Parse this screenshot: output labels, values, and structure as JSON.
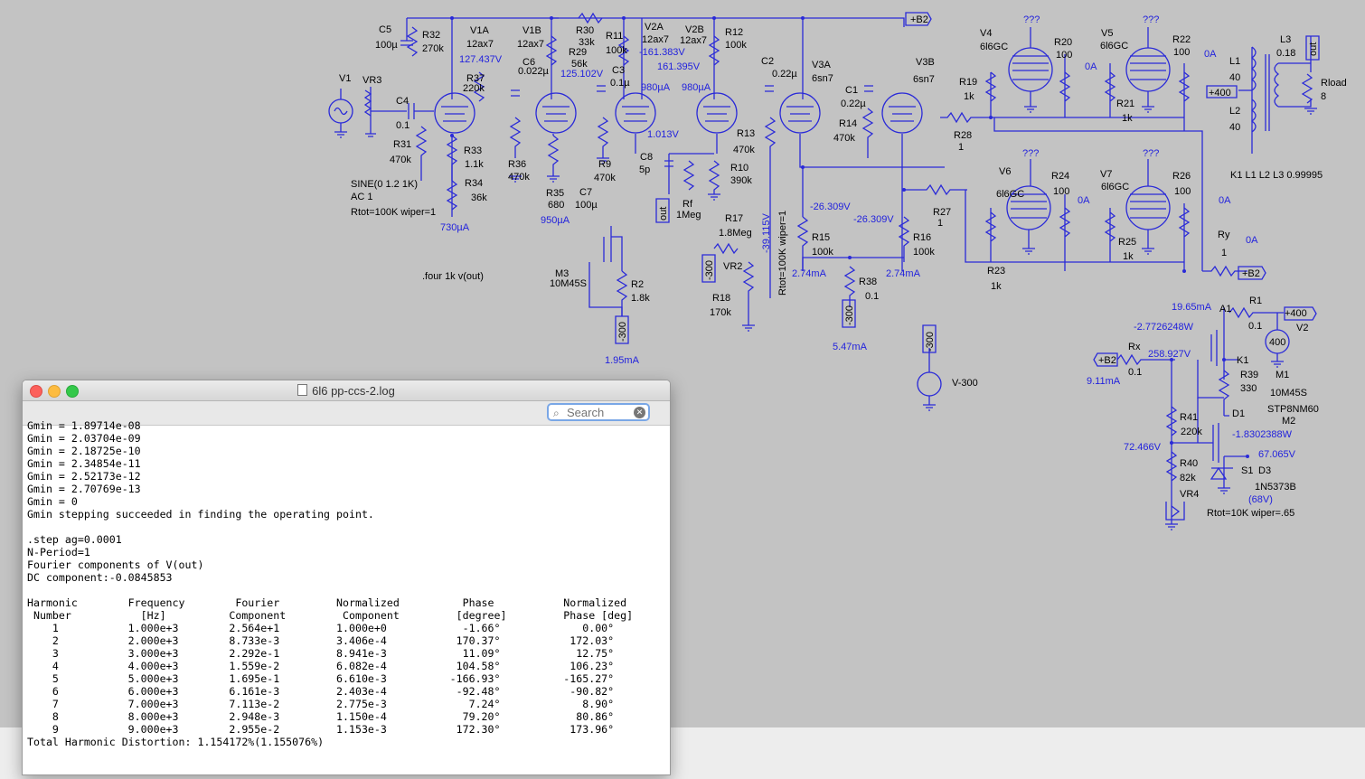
{
  "schematic": {
    "labels": [
      [
        "C5",
        419,
        27
      ],
      [
        "100µ",
        415,
        44
      ],
      [
        "R32",
        467,
        33
      ],
      [
        "270k",
        467,
        48
      ],
      [
        "V1A",
        520,
        28
      ],
      [
        "12ax7",
        516,
        43
      ],
      [
        "127.437V",
        508,
        60,
        1
      ],
      [
        "V1B",
        578,
        28
      ],
      [
        "12ax7",
        572,
        43
      ],
      [
        "R30",
        637,
        28
      ],
      [
        "33k",
        640,
        41
      ],
      [
        "R29",
        629,
        52
      ],
      [
        "56k",
        632,
        65
      ],
      [
        "125.102V",
        620,
        76,
        1
      ],
      [
        "R11",
        670,
        34
      ],
      [
        "100k",
        670,
        50
      ],
      [
        "V2A",
        713,
        24
      ],
      [
        "12ax7",
        710,
        38
      ],
      [
        "V2B",
        758,
        27
      ],
      [
        "12ax7",
        752,
        39
      ],
      [
        "R12",
        802,
        30
      ],
      [
        "100k",
        802,
        44
      ],
      [
        "-161.383V",
        707,
        52,
        1
      ],
      [
        "161.395V",
        727,
        68,
        1
      ],
      [
        "C3",
        677,
        72
      ],
      [
        "0.1µ",
        675,
        86
      ],
      [
        "980µA",
        709,
        91,
        1
      ],
      [
        "980µA",
        754,
        91,
        1
      ],
      [
        "C2",
        842,
        62
      ],
      [
        "0.22µ",
        854,
        76
      ],
      [
        "V3A",
        898,
        66
      ],
      [
        "6sn7",
        898,
        81
      ],
      [
        "C1",
        935,
        94
      ],
      [
        "0.22µ",
        930,
        109
      ],
      [
        "R14",
        928,
        131
      ],
      [
        "470k",
        922,
        147
      ],
      [
        "V3B",
        1013,
        63
      ],
      [
        "6sn7",
        1010,
        82
      ],
      [
        "+B2",
        1007,
        16
      ],
      [
        "V1",
        375,
        81
      ],
      [
        "VR3",
        401,
        83
      ],
      [
        "C4",
        438,
        106
      ],
      [
        "0.1",
        438,
        133
      ],
      [
        "R37",
        516,
        81
      ],
      [
        "220k",
        512,
        92
      ],
      [
        "C6",
        578,
        63
      ],
      [
        "0.022µ",
        573,
        73
      ],
      [
        "R31",
        435,
        154
      ],
      [
        "470k",
        431,
        171
      ],
      [
        "R33",
        513,
        161
      ],
      [
        "1.1k",
        514,
        176
      ],
      [
        "R36",
        562,
        176
      ],
      [
        "470k",
        562,
        190
      ],
      [
        "R9",
        662,
        176
      ],
      [
        "470k",
        657,
        191
      ],
      [
        "R34",
        514,
        197
      ],
      [
        "36k",
        521,
        213
      ],
      [
        "R35",
        604,
        208
      ],
      [
        "680",
        606,
        221
      ],
      [
        "C7",
        641,
        207
      ],
      [
        "100µ",
        636,
        221
      ],
      [
        "950µA",
        598,
        238,
        1
      ],
      [
        "SINE(0 1.2 1K)",
        388,
        198
      ],
      [
        "AC 1",
        388,
        212
      ],
      [
        "Rtot=100K wiper=1",
        388,
        229
      ],
      [
        "730µA",
        487,
        246,
        1
      ],
      [
        "1.013V",
        716,
        143,
        1
      ],
      [
        "C8",
        708,
        168
      ],
      [
        "5p",
        707,
        182
      ],
      [
        "R10",
        808,
        180
      ],
      [
        "390k",
        808,
        194
      ],
      [
        "Rf",
        755,
        220
      ],
      [
        "1Meg",
        748,
        232
      ],
      [
        "R13",
        815,
        142
      ],
      [
        "470k",
        811,
        160
      ],
      [
        "R17",
        802,
        236
      ],
      [
        "1.8Meg",
        795,
        252
      ],
      [
        "VR2",
        800,
        289
      ],
      [
        "R18",
        788,
        324
      ],
      [
        "170k",
        785,
        340
      ],
      [
        ".four 1k v(out)",
        467,
        300
      ],
      [
        "M3",
        614,
        297
      ],
      [
        "10M45S",
        608,
        308
      ],
      [
        "R2",
        698,
        309
      ],
      [
        "1.8k",
        698,
        324
      ],
      [
        "1.95mA",
        669,
        393,
        1
      ],
      [
        "-26.309V",
        896,
        223,
        1
      ],
      [
        "-26.309V",
        944,
        237,
        1
      ],
      [
        "R15",
        898,
        257
      ],
      [
        "100k",
        898,
        273
      ],
      [
        "R16",
        1010,
        257
      ],
      [
        "100k",
        1010,
        273
      ],
      [
        "R27",
        1032,
        229
      ],
      [
        "1",
        1037,
        241
      ],
      [
        "2.74mA",
        876,
        297,
        1
      ],
      [
        "2.74mA",
        980,
        297,
        1
      ],
      [
        "R38",
        950,
        306
      ],
      [
        "0.1",
        957,
        322
      ],
      [
        "5.47mA",
        921,
        378,
        1
      ],
      [
        "V-300",
        1053,
        418
      ],
      [
        "V4",
        1084,
        31
      ],
      [
        "6l6GC",
        1084,
        46
      ],
      [
        "???",
        1132,
        16,
        1
      ],
      [
        "R20",
        1166,
        41
      ],
      [
        "100",
        1168,
        55
      ],
      [
        "0A",
        1200,
        68,
        1
      ],
      [
        "V5",
        1218,
        31
      ],
      [
        "6l6GC",
        1217,
        45
      ],
      [
        "???",
        1264,
        16,
        1
      ],
      [
        "R22",
        1297,
        38
      ],
      [
        "100",
        1298,
        52
      ],
      [
        "0A",
        1332,
        54,
        1
      ],
      [
        "L3",
        1416,
        38
      ],
      [
        "0.18",
        1412,
        53
      ],
      [
        "L1",
        1360,
        62
      ],
      [
        "40",
        1360,
        80
      ],
      [
        "+400",
        1337,
        97
      ],
      [
        "Rload",
        1461,
        86
      ],
      [
        "8",
        1461,
        101
      ],
      [
        "L2",
        1360,
        117
      ],
      [
        "40",
        1360,
        135
      ],
      [
        "R19",
        1061,
        85
      ],
      [
        "1k",
        1066,
        101
      ],
      [
        "R21",
        1235,
        109
      ],
      [
        "1k",
        1241,
        125
      ],
      [
        "R28",
        1055,
        144
      ],
      [
        "1",
        1060,
        157
      ],
      [
        "K1 L1 L2 L3 0.99995",
        1361,
        188
      ],
      [
        "???",
        1131,
        164,
        1
      ],
      [
        "???",
        1264,
        164,
        1
      ],
      [
        "V6",
        1105,
        184
      ],
      [
        "6l6GC",
        1102,
        209
      ],
      [
        "R24",
        1163,
        189
      ],
      [
        "100",
        1165,
        206
      ],
      [
        "0A",
        1192,
        216,
        1
      ],
      [
        "V7",
        1217,
        187
      ],
      [
        "6l6GC",
        1218,
        201
      ],
      [
        "R26",
        1297,
        189
      ],
      [
        "100",
        1299,
        206
      ],
      [
        "0A",
        1348,
        216,
        1
      ],
      [
        "R25",
        1237,
        262
      ],
      [
        "1k",
        1242,
        278
      ],
      [
        "Ry",
        1347,
        254
      ],
      [
        "1",
        1351,
        274
      ],
      [
        "0A",
        1378,
        260,
        1
      ],
      [
        "R23",
        1092,
        294
      ],
      [
        "1k",
        1096,
        311
      ],
      [
        "+B2",
        1374,
        297
      ],
      [
        "19.65mA",
        1296,
        334,
        1
      ],
      [
        "A1",
        1349,
        336
      ],
      [
        "R1",
        1382,
        327
      ],
      [
        "0.1",
        1381,
        355
      ],
      [
        "+400",
        1421,
        341
      ],
      [
        "-2.7726248W",
        1254,
        356,
        1
      ],
      [
        "V2",
        1434,
        357
      ],
      [
        "400",
        1404,
        373
      ],
      [
        "Rx",
        1248,
        378
      ],
      [
        "258.927V",
        1270,
        386,
        1
      ],
      [
        "+B2",
        1215,
        393
      ],
      [
        "K1",
        1368,
        393
      ],
      [
        "0.1",
        1248,
        406
      ],
      [
        "R39",
        1372,
        409
      ],
      [
        "330",
        1372,
        424
      ],
      [
        "M1",
        1411,
        409
      ],
      [
        "9.11mA",
        1202,
        416,
        1
      ],
      [
        "10M45S",
        1405,
        429
      ],
      [
        "D1",
        1363,
        452
      ],
      [
        "STP8NM60",
        1402,
        447
      ],
      [
        "M2",
        1418,
        460
      ],
      [
        "R41",
        1305,
        456
      ],
      [
        "220k",
        1306,
        472
      ],
      [
        "-1.8302388W",
        1363,
        475,
        1
      ],
      [
        "72.466V",
        1243,
        489,
        1
      ],
      [
        "67.065V",
        1392,
        497,
        1
      ],
      [
        "S1",
        1373,
        515
      ],
      [
        "D3",
        1392,
        515
      ],
      [
        "R40",
        1305,
        507
      ],
      [
        "82k",
        1305,
        523
      ],
      [
        "VR4",
        1305,
        541
      ],
      [
        "1N5373B",
        1388,
        533
      ],
      [
        "(68V)",
        1381,
        547,
        1
      ],
      [
        "Rtot=10K wiper=.65",
        1335,
        562
      ]
    ],
    "rot_labels": [
      [
        "-300",
        683,
        378
      ],
      [
        "-300",
        779,
        310
      ],
      [
        "-39.115V",
        842,
        280,
        1
      ],
      [
        "Rtot=100K wiper=1",
        860,
        327
      ],
      [
        "-300",
        934,
        360
      ],
      [
        "-300",
        1023,
        389
      ],
      [
        "out",
        728,
        244
      ],
      [
        "out",
        1447,
        62
      ]
    ]
  },
  "window": {
    "title": "6l6 pp-ccs-2.log",
    "search_placeholder": "Search",
    "log_text": "Gmin = 1.89714e-08\nGmin = 2.03704e-09\nGmin = 2.18725e-10\nGmin = 2.34854e-11\nGmin = 2.52173e-12\nGmin = 2.70769e-13\nGmin = 0\nGmin stepping succeeded in finding the operating point.\n\n.step ag=0.0001\nN-Period=1\nFourier components of V(out)\nDC component:-0.0845853\n\nHarmonic        Frequency        Fourier         Normalized          Phase           Normalized\n Number           [Hz]          Component         Component         [degree]         Phase [deg]\n    1           1.000e+3        2.564e+1         1.000e+0            -1.66°             0.00°\n    2           2.000e+3        8.733e-3         3.406e-4           170.37°           172.03°\n    3           3.000e+3        2.292e-1         8.941e-3            11.09°            12.75°\n    4           4.000e+3        1.559e-2         6.082e-4           104.58°           106.23°\n    5           5.000e+3        1.695e-1         6.610e-3          -166.93°          -165.27°\n    6           6.000e+3        6.161e-3         2.403e-4           -92.48°           -90.82°\n    7           7.000e+3        7.113e-2         2.775e-3             7.24°             8.90°\n    8           8.000e+3        2.948e-3         1.150e-4            79.20°            80.86°\n    9           9.000e+3        2.955e-2         1.153e-3           172.30°           173.96°\nTotal Harmonic Distortion: 1.154172%(1.155076%)"
  },
  "colors": {
    "wire": "#2a2ad8",
    "canvas": "#c3c3c3",
    "close": "#fc605b",
    "minimize": "#fdbc40",
    "zoom": "#34c84a"
  },
  "icons": [
    "search-icon",
    "clear-search-icon",
    "document-icon"
  ]
}
